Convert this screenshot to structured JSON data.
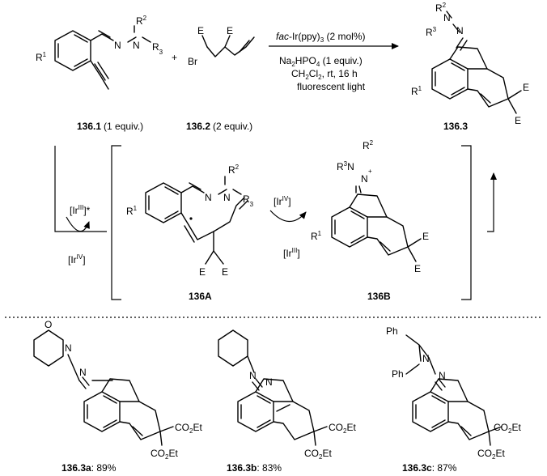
{
  "colors": {
    "ink": "#000000",
    "background": "#ffffff"
  },
  "reaction": {
    "substrate1": {
      "id": "136.1",
      "note": "(1 equiv.)",
      "r1": "R",
      "r1_sup": "1",
      "r2": "R",
      "r2_sup": "2",
      "r3": "R",
      "r3_sup": "3",
      "n": "N"
    },
    "plus": "+",
    "substrate2": {
      "id": "136.2",
      "note": "(2 equiv.)",
      "e": "E",
      "br": "Br"
    },
    "conditions": {
      "catalyst_prefix": "fac",
      "catalyst_rest": "-Ir(ppy)",
      "catalyst_sub": "3",
      "catalyst_load": " (2 mol%)",
      "base_a": "Na",
      "base_sub1": "2",
      "base_b": "HPO",
      "base_sub2": "4",
      "base_c": " (1 equiv.)",
      "solvent_a": "CH",
      "solvent_sub1": "2",
      "solvent_b": "Cl",
      "solvent_sub2": "2",
      "solvent_c": ", rt, 16 h",
      "light": "fluorescent light"
    },
    "product": {
      "id": "136.3",
      "r1": "R",
      "r1_sup": "1",
      "r2": "R",
      "r2_sup": "2",
      "r3": "R",
      "r3_sup": "3",
      "n": "N",
      "e": "E"
    }
  },
  "mechanism": {
    "ir3_star_a": "[Ir",
    "ir3_star_sup": "III",
    "ir3_star_b": "]*",
    "ir4_a": "[Ir",
    "ir4_sup": "IV",
    "ir4_b": "]",
    "ir4b_a": "[Ir",
    "ir4b_sup": "IV",
    "ir4b_b": "]",
    "ir3_a": "[Ir",
    "ir3_sup": "III",
    "ir3_b": "]",
    "intermediate_a": {
      "id": "136A",
      "r1": "R",
      "r1_sup": "1",
      "r2": "R",
      "r2_sup": "2",
      "r3": "R",
      "r3_sup": "3",
      "n": "N",
      "e": "E"
    },
    "intermediate_b": {
      "id": "136B",
      "r1": "R",
      "r1_sup": "1",
      "r2": "R",
      "r2_sup": "2",
      "r3": "R",
      "r3_sup": "3",
      "n": "N",
      "e": "E",
      "plus": "+"
    }
  },
  "examples": [
    {
      "id": "136.3a",
      "yield": ": 89%",
      "o": "O",
      "n": "N",
      "co2et_a": "CO",
      "co2et_sub": "2",
      "co2et_b": "Et"
    },
    {
      "id": "136.3b",
      "yield": ": 83%",
      "n": "N",
      "co2et_a": "CO",
      "co2et_sub": "2",
      "co2et_b": "Et"
    },
    {
      "id": "136.3c",
      "yield": ": 87%",
      "n": "N",
      "ph": "Ph",
      "co2et_a": "CO",
      "co2et_sub": "2",
      "co2et_b": "Et"
    }
  ]
}
